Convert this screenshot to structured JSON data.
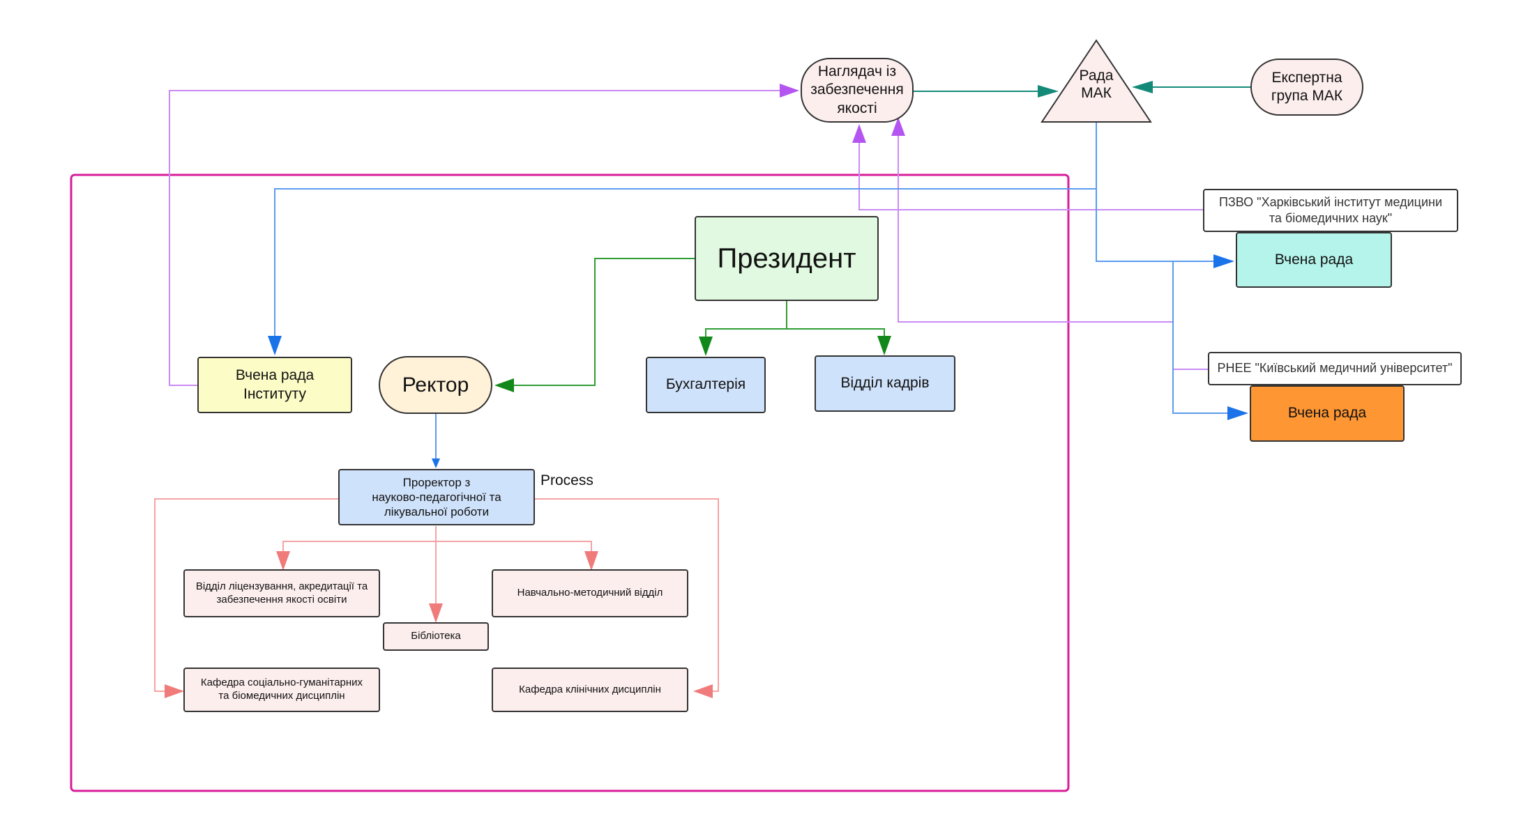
{
  "colors": {
    "container": "#d81b9a",
    "purple": "#b455f2",
    "teal": "#138a78",
    "blue": "#1a73e8",
    "green": "#12881a",
    "salmon": "#f07b7b"
  },
  "nodes": {
    "watcher": "Наглядач із\nзабезпечення\nякості",
    "council_mak": "Рада\nМАК",
    "expert_group": "Експертна\nгрупа МАК",
    "pzvo_label": "ПЗВО \"Харківський інститут медицини\nта біомедичних наук\"",
    "academic_council_1": "Вчена рада",
    "rnee_label": "РНЕЕ \"Київський медичний університет\"",
    "academic_council_2": "Вчена рада",
    "president": "Президент",
    "accounting": "Бухгалтерія",
    "hr": "Відділ кадрів",
    "rector": "Ректор",
    "institute_council": "Вчена рада\nІнституту",
    "vice_rector": "Проректор з\nнауково-педагогічної та\nлікувальної роботи",
    "process_label": "Process",
    "licensing_dept": "Відділ ліцензування, акредитації та\nзабезпечення якості освіти",
    "methodical_dept": "Навчально-методичний відділ",
    "library": "Бібліотека",
    "social_dept": "Кафедра соціально-гуманітарних\nта біомедичних дисциплін",
    "clinical_dept": "Кафедра клінічних дисциплін"
  }
}
